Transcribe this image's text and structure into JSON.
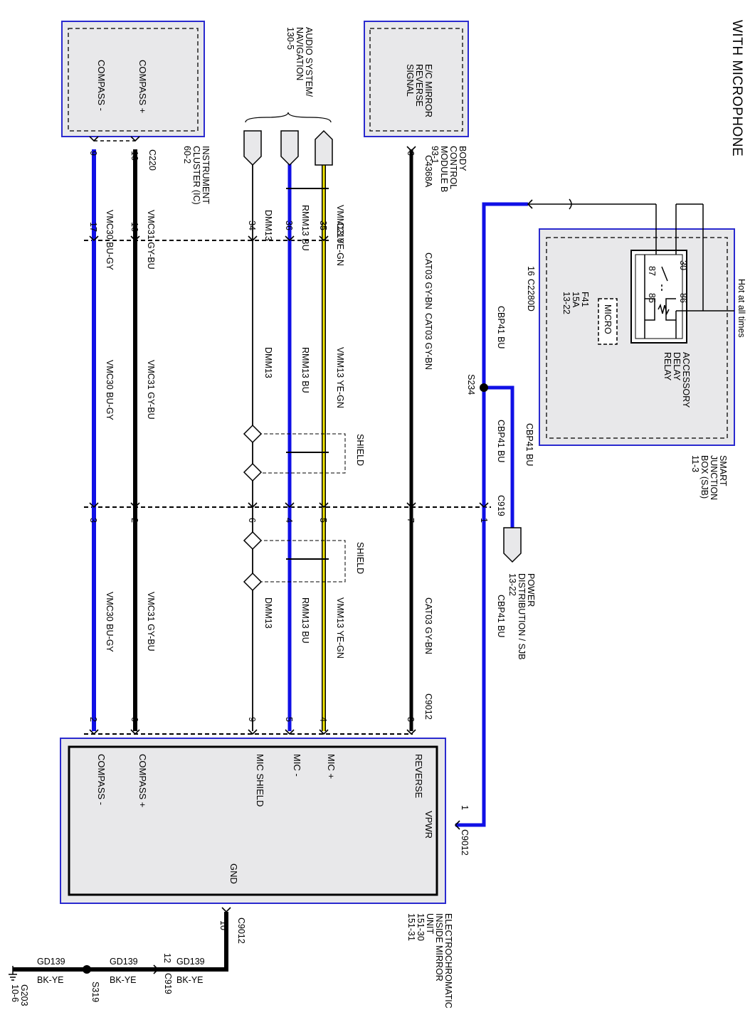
{
  "title": "WITH MICROPHONE",
  "hot_label": "Hot at all times",
  "modules": {
    "sjb": {
      "lines": [
        "SMART",
        "JUNCTION",
        "BOX (SJB)",
        "11-3"
      ]
    },
    "relay": {
      "lines": [
        "ACCESSORY",
        "DELAY",
        "RELAY"
      ],
      "pins": [
        "30",
        "86",
        "87",
        "85"
      ]
    },
    "micro": "MICRO",
    "fuse": {
      "lines": [
        "F41",
        "15A",
        "13-22"
      ]
    },
    "bcm": {
      "lines": [
        "BODY",
        "CONTROL",
        "MODULE B",
        "93-1"
      ],
      "signal": [
        "E/C MIRROR",
        "REVERSE",
        "SIGNAL"
      ]
    },
    "audio": {
      "lines": [
        "AUDIO SYSTEM/",
        "NAVIGATION",
        "130-5"
      ]
    },
    "ic": {
      "lines": [
        "INSTRUMENT",
        "CLUSTER (IC)",
        "60-2"
      ],
      "pins": [
        "COMPASS +",
        "COMPASS -"
      ]
    },
    "power_dist": {
      "lines": [
        "POWER",
        "DISTRIBUTION / SJB",
        "13-22"
      ]
    },
    "mirror": {
      "lines": [
        "ELECTROCHROMATIC",
        "INSIDE MIRROR",
        "UNIT",
        "151-30",
        "151-31"
      ],
      "pins": [
        "VPWR",
        "REVERSE",
        "MIC +",
        "MIC -",
        "MIC SHIELD",
        "COMPASS +",
        "COMPASS -",
        "GND"
      ]
    },
    "ground": {
      "lines": [
        "G203",
        "10-6"
      ]
    }
  },
  "connectors": {
    "c2280d": {
      "name": "C2280D",
      "pin": "16"
    },
    "c4368a": {
      "name": "C4368A",
      "pin": "6"
    },
    "c220": {
      "name": "C220",
      "pins": [
        "10",
        "9"
      ]
    },
    "c210": {
      "name": "C210",
      "pins": [
        "35",
        "36",
        "34",
        "16",
        "17"
      ]
    },
    "c919": {
      "name": "C919",
      "pins": [
        "1",
        "7",
        "5",
        "4",
        "6",
        "2",
        "3"
      ]
    },
    "c9012": {
      "name": "C9012",
      "pins": [
        "3",
        "4",
        "5",
        "9",
        "6",
        "2"
      ]
    },
    "c9012_vpwr": {
      "name": "C9012",
      "pin": "1"
    },
    "c9012_gnd": {
      "name": "C9012",
      "pin": "10"
    },
    "c919_gnd": {
      "name": "C919",
      "pin": "12"
    },
    "splices": [
      "S234",
      "S319"
    ]
  },
  "wires": {
    "cbp41": {
      "circuit": "CBP41",
      "color": "BU"
    },
    "cat03": {
      "circuit": "CAT03",
      "color": "GY-BN"
    },
    "vmm13": {
      "circuit": "VMM13",
      "color": "YE-GN"
    },
    "rmm13": {
      "circuit": "RMM13",
      "color": "BU"
    },
    "dmm13": {
      "circuit": "DMM13"
    },
    "vmc31": {
      "circuit": "VMC31",
      "color": "GY-BU"
    },
    "vmc30": {
      "circuit": "VMC30",
      "color": "BU-GY"
    },
    "gd139": {
      "circuit": "GD139",
      "color": "BK-YE"
    },
    "shield": "SHIELD"
  },
  "colors": {
    "blue": "#1010e6",
    "black": "#000000",
    "yellow": "#f2e600",
    "module_fill": "#e8e8ea",
    "module_border": "#2a2acf"
  }
}
